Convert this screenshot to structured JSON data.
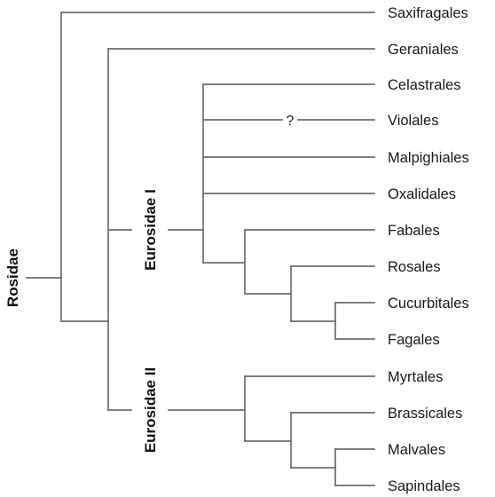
{
  "tree": {
    "root_label": "Rosidae",
    "subclades": [
      "Eurosidae I",
      "Eurosidae II"
    ],
    "uncertain_marker": "?",
    "taxa": [
      "Saxifragales",
      "Geraniales",
      "Celastrales",
      "Violales",
      "Malpighiales",
      "Oxalidales",
      "Fabales",
      "Rosales",
      "Cucurbitales",
      "Fagales",
      "Myrtales",
      "Brassicales",
      "Malvales",
      "Sapindales"
    ]
  }
}
